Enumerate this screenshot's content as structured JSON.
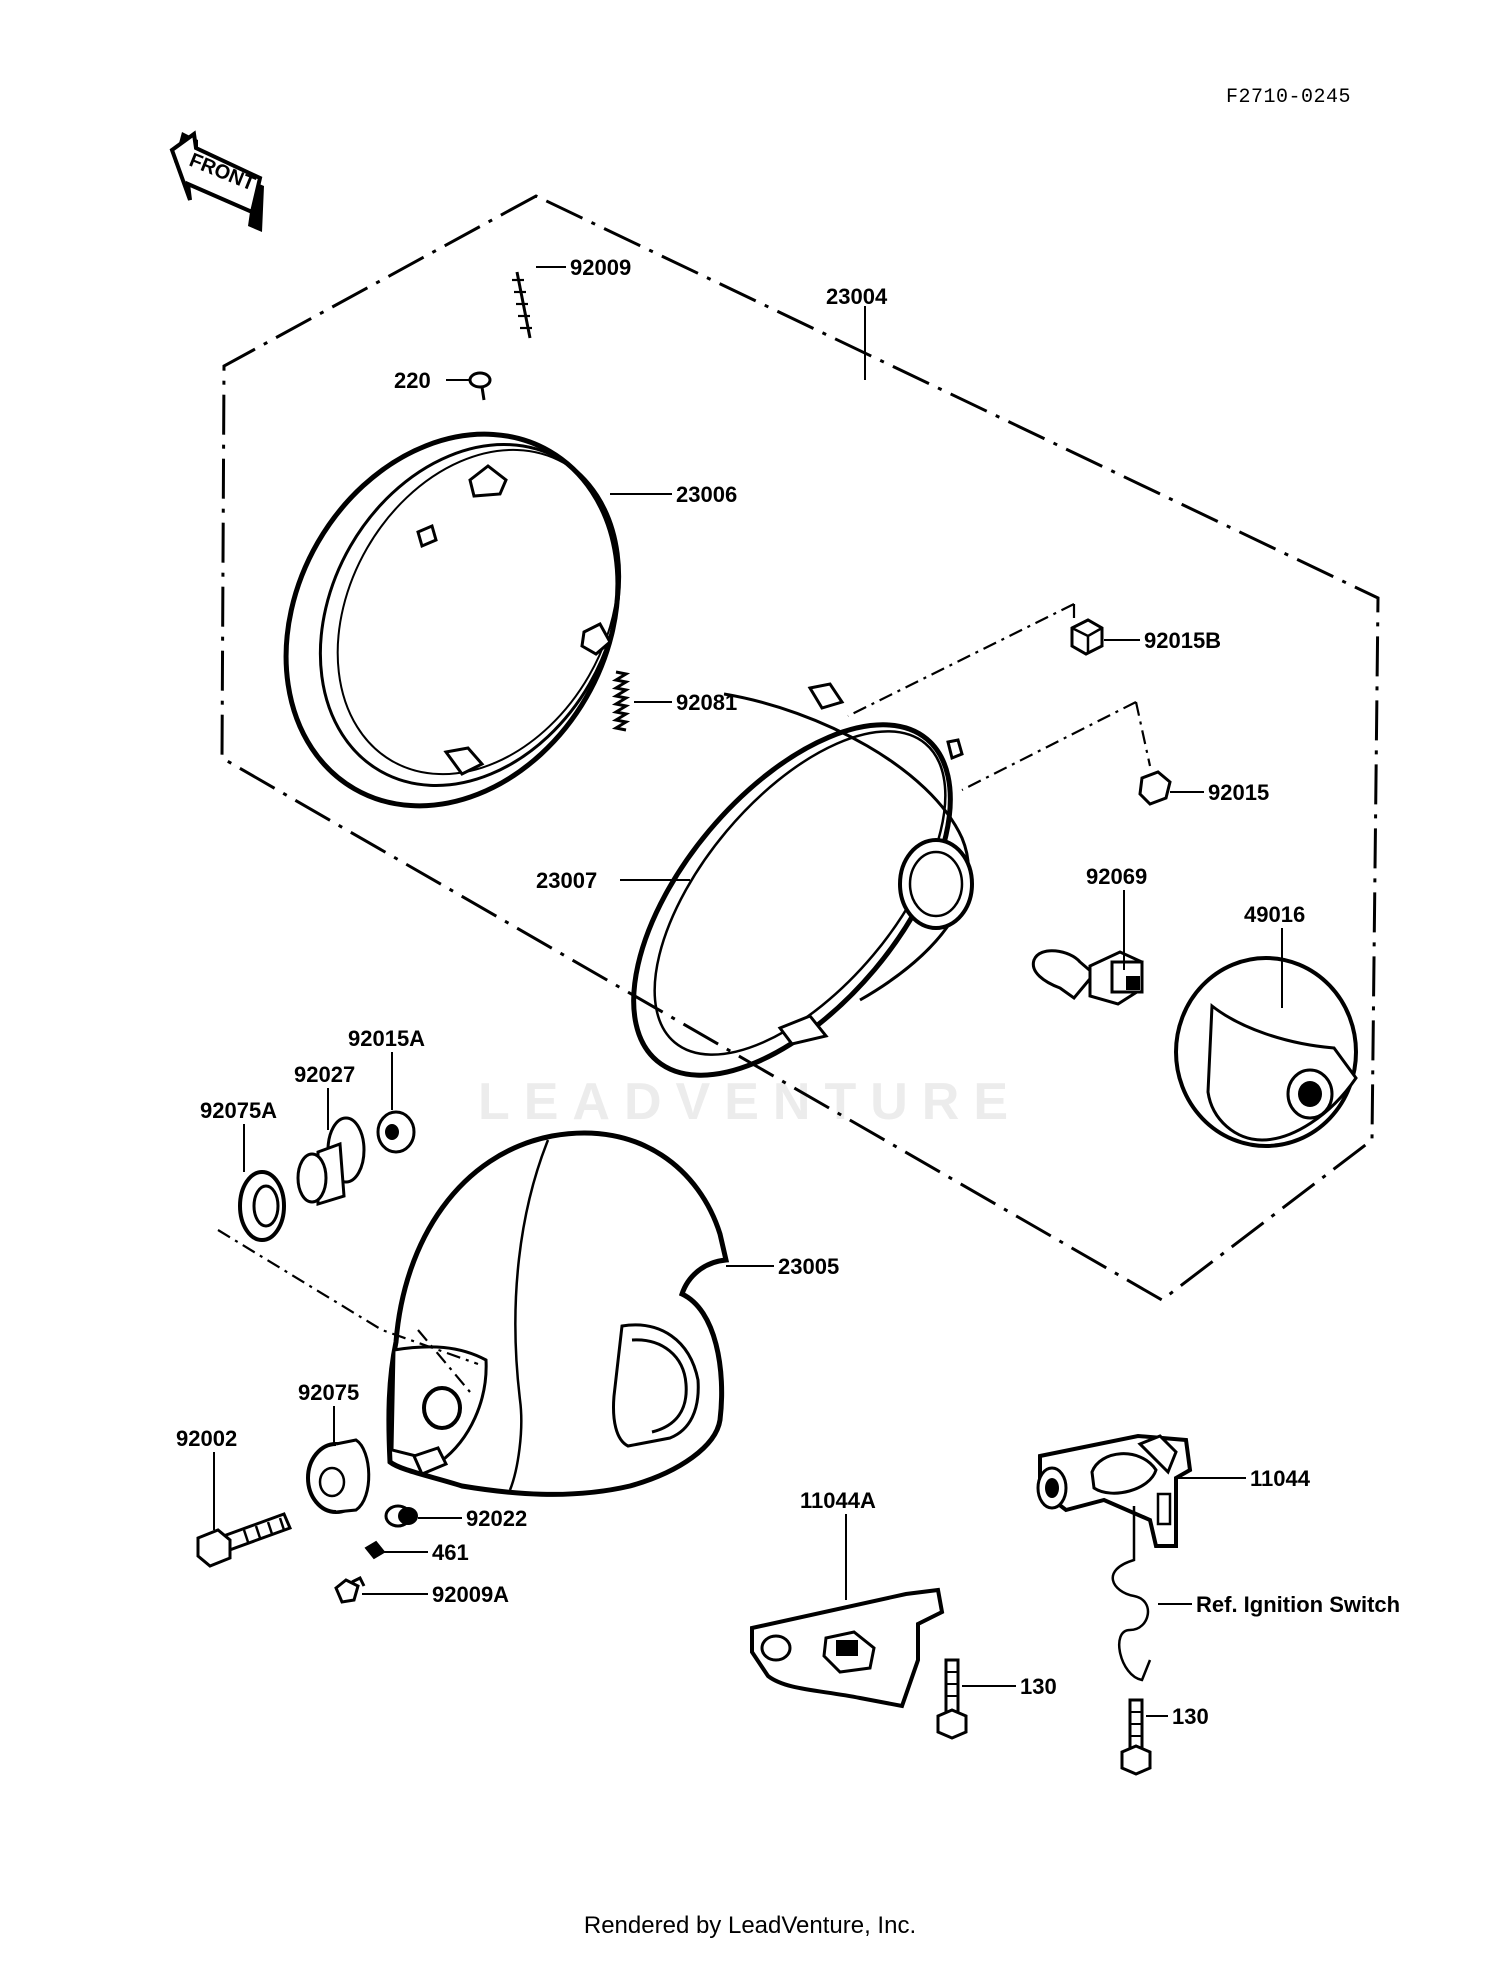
{
  "diagram": {
    "reference_code": "F2710-0245",
    "front_label": "FRONT",
    "watermark": "LEADVENTURE",
    "footer": "Rendered by LeadVenture, Inc.",
    "accent_color": "#000000",
    "parts": {
      "p92009": "92009",
      "p220": "220",
      "p23004": "23004",
      "p23006": "23006",
      "p92015B": "92015B",
      "p92081": "92081",
      "p92015": "92015",
      "p23007": "23007",
      "p92069": "92069",
      "p49016": "49016",
      "p92015A": "92015A",
      "p92027": "92027",
      "p92075A": "92075A",
      "p23005": "23005",
      "p92075": "92075",
      "p92002": "92002",
      "p92022": "92022",
      "p461": "461",
      "p92009A": "92009A",
      "p11044A": "11044A",
      "p11044": "11044",
      "ref_ignition": "Ref. Ignition Switch",
      "p130a": "130",
      "p130b": "130"
    }
  }
}
